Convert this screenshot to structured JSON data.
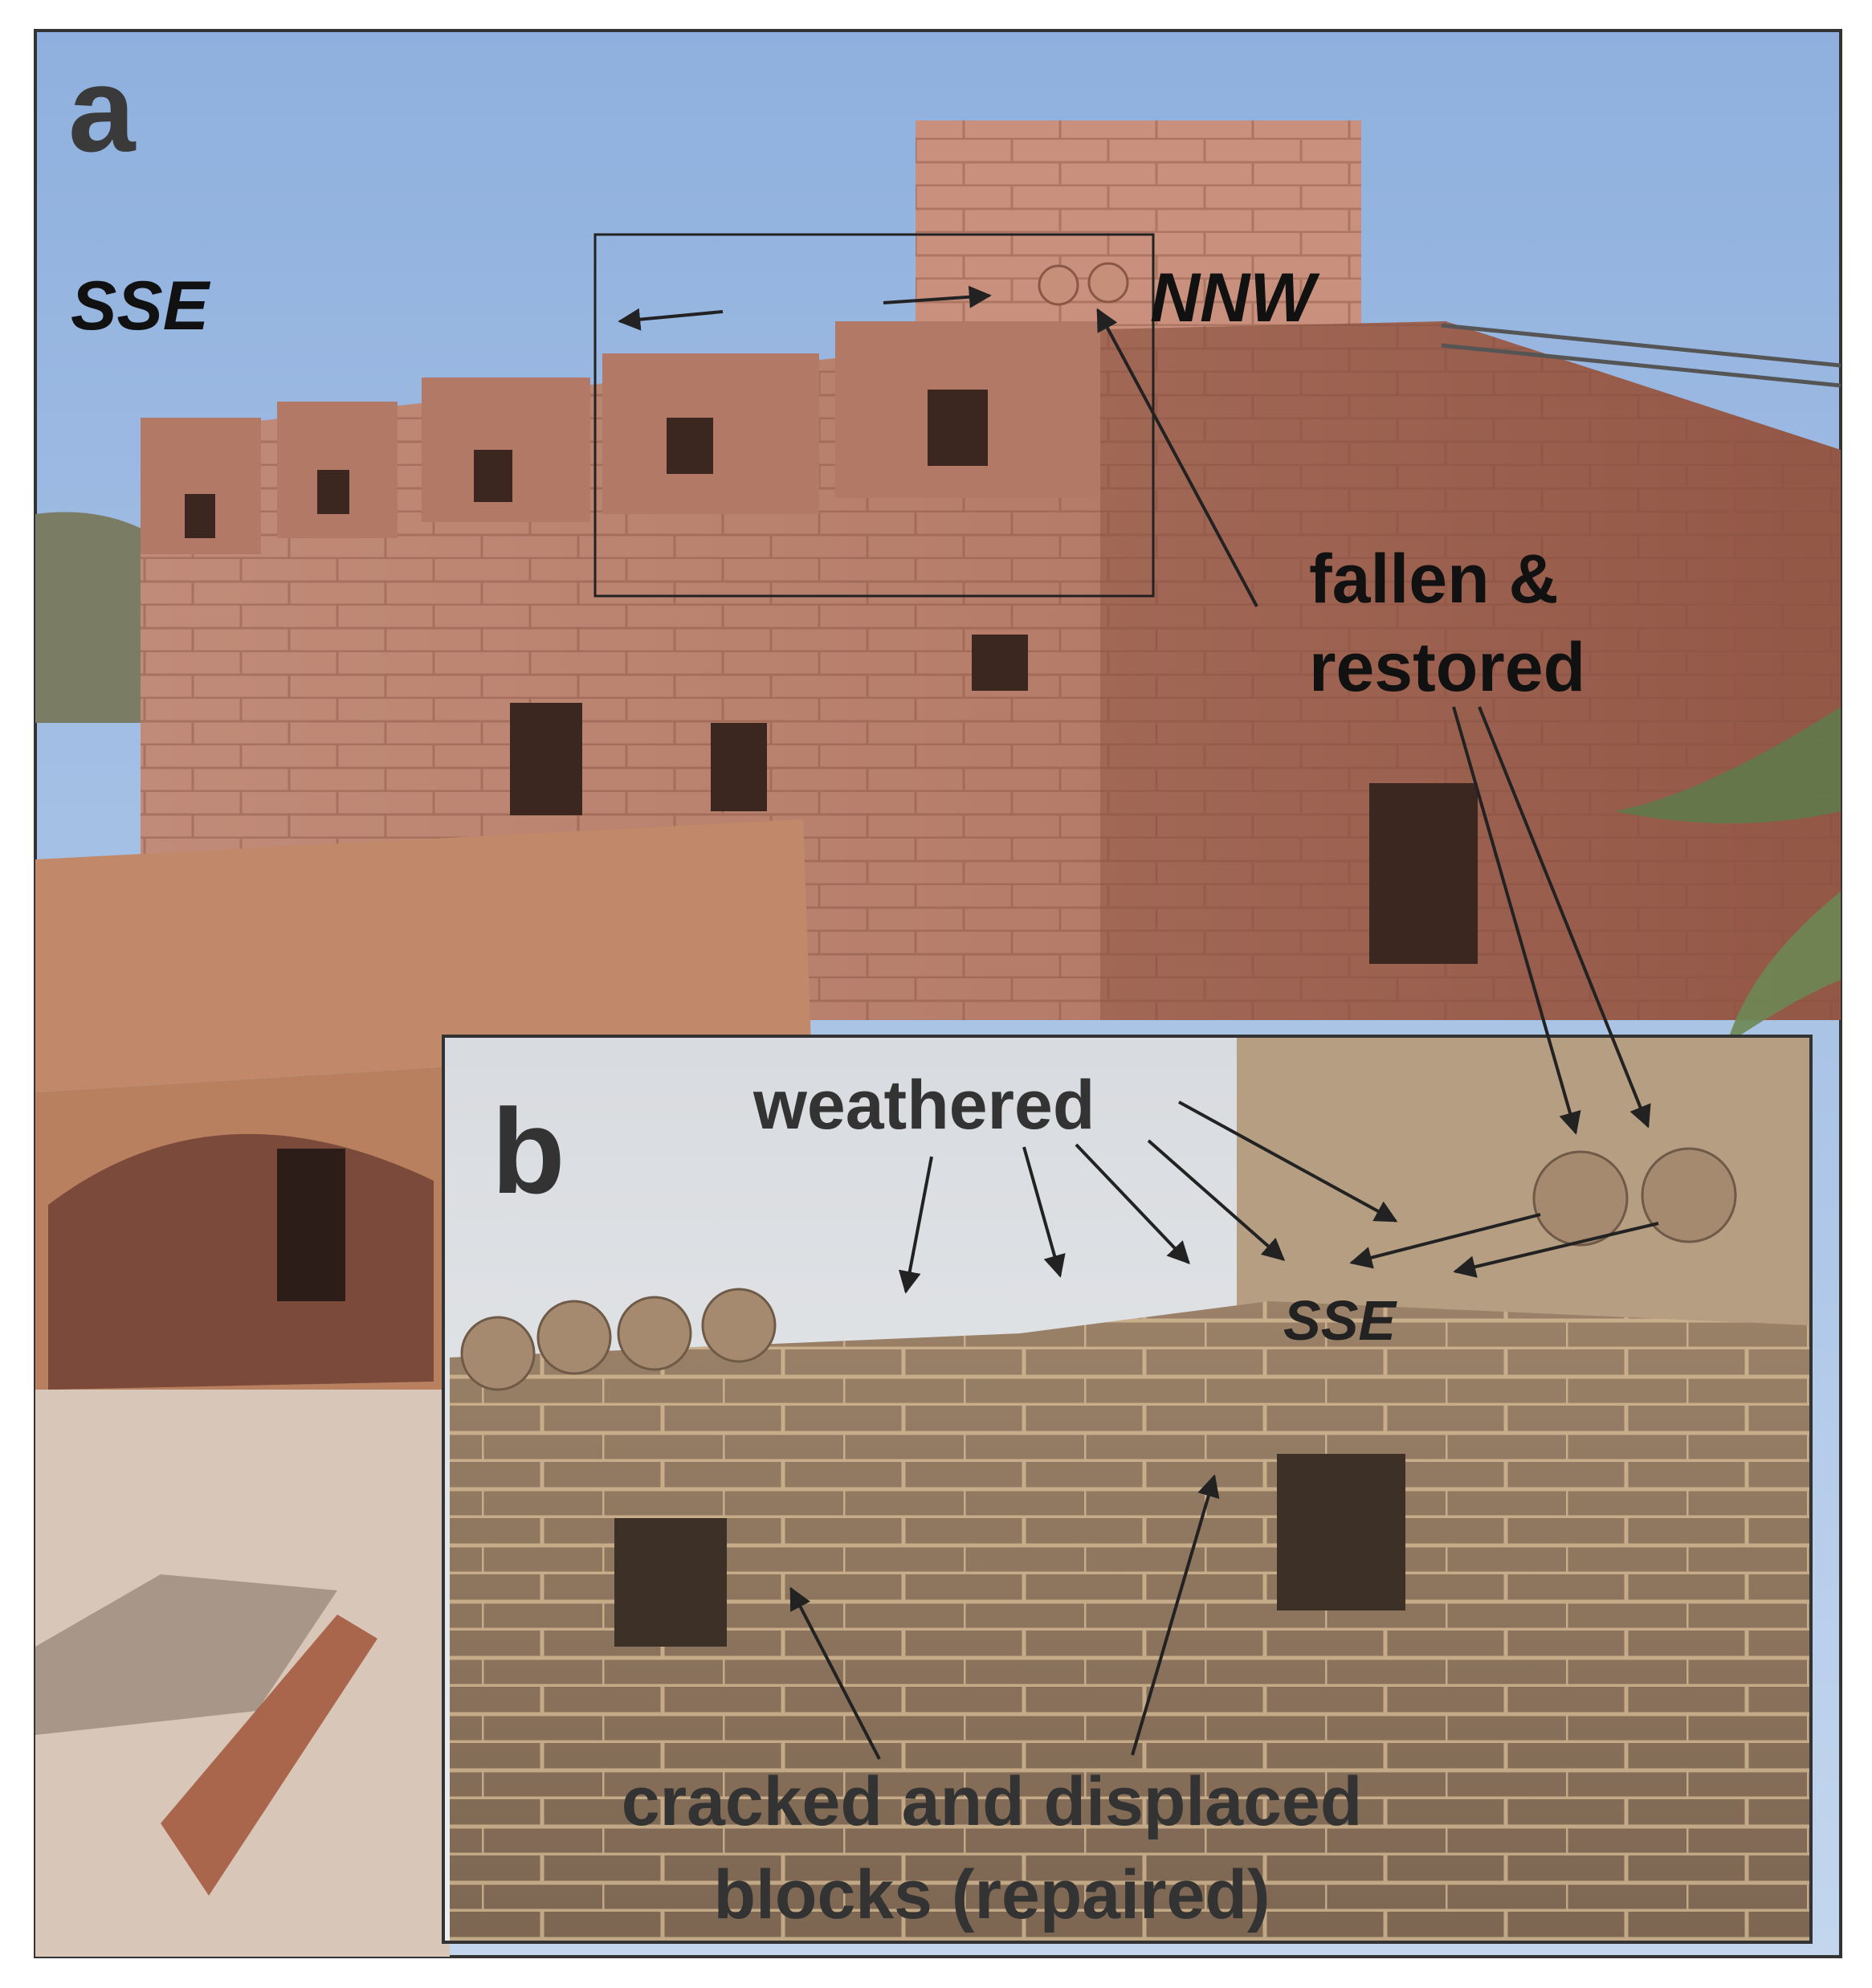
{
  "panel_a": {
    "letter": "a",
    "label_left": "SSE",
    "label_right": "NNW",
    "annotation": [
      "fallen &",
      "restored"
    ]
  },
  "panel_b": {
    "letter": "b",
    "annotation_top": "weathered",
    "label_dir": "SSE",
    "annotation_bottom": [
      "cracked and displaced",
      "blocks (repaired)"
    ]
  },
  "colors": {
    "sky": "#a9c4e6",
    "sandstone": "#b87d6a",
    "inset_stone": "#8d7560",
    "label_dark": "#333333",
    "label_black": "#111111"
  }
}
